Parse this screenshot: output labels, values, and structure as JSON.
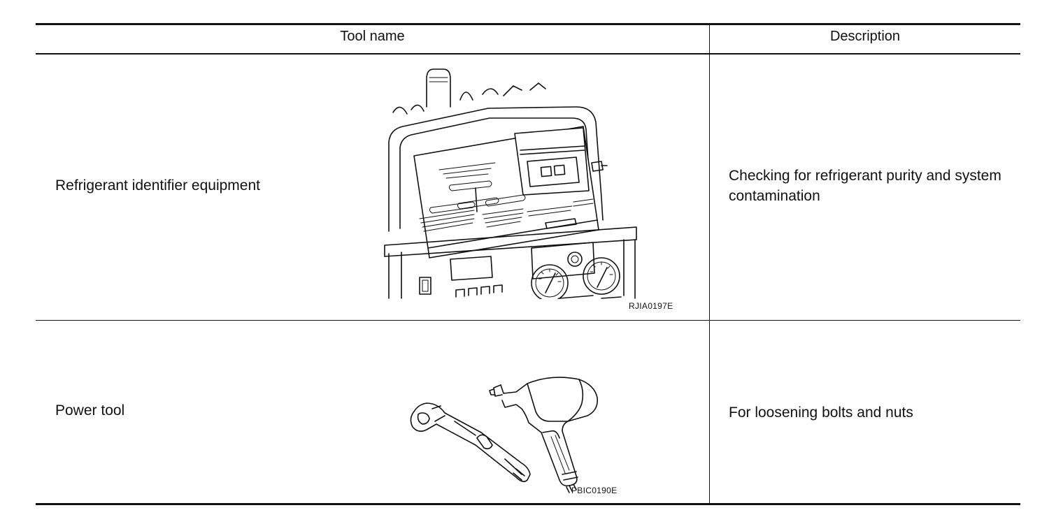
{
  "table": {
    "headers": {
      "tool_name": "Tool name",
      "description": "Description"
    },
    "rows": [
      {
        "tool_name": "Refrigerant identifier equipment",
        "description": "Checking for refrigerant purity and system contamination",
        "figure_code": "RJIA0197E",
        "figure_icon": "refrigerant-identifier-illustration"
      },
      {
        "tool_name": "Power tool",
        "description": "For loosening bolts and nuts",
        "figure_code": "PBIC0190E",
        "figure_icon": "power-tool-illustration"
      }
    ]
  }
}
